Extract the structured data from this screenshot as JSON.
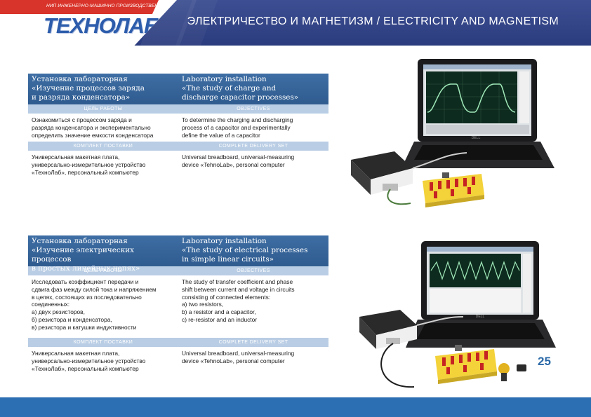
{
  "header": {
    "logo_subtitle": "НИП ИНЖЕНЕРНО-МАШИННО ПРОИЗВОДСТВЕННЫЙ ЦЕНТР",
    "logo_text": "ТЕХНОЛАБ",
    "title": "ЭЛЕКТРИЧЕСТВО И МАГНЕТИЗМ / ELECTRICITY AND MAGNETISM"
  },
  "blocks": [
    {
      "title_ru": [
        "Установка лабораторная",
        "«Изучение процессов заряда",
        "и разряда конденсатора»"
      ],
      "title_en": [
        "Laboratory installation",
        "«The study of charge and",
        "discharge capacitor processes»"
      ],
      "objectives_label_ru": "ЦЕЛЬ РАБОТЫ",
      "objectives_label_en": "OBJECTIVES",
      "objectives_ru": [
        "Ознакомиться с процессом заряда и",
        "разряда конденсатора и экспериментально",
        "определить значение емкости конденсатора"
      ],
      "objectives_en": [
        "To determine  the charging and discharging",
        "process of a capacitor and experimentally",
        "define the value of a capacitor"
      ],
      "delivery_label_ru": "КОМПЛЕКТ ПОСТАВКИ",
      "delivery_label_en": "COMPLETE DELIVERY SET",
      "delivery_ru": [
        "Универсальная макетная плата,",
        "универсально-измерительное устройство",
        "«ТехноЛаб», персональный компьютер"
      ],
      "delivery_en": [
        "Universal breadboard, universal-measuring",
        "device «TehnoLab», personal computer"
      ]
    },
    {
      "title_ru": [
        "Установка лабораторная",
        "«Изучение электрических процессов",
        "в простых линейных цепях»"
      ],
      "title_en": [
        "Laboratory installation",
        "«The study of electrical processes",
        "in simple linear circuits»"
      ],
      "objectives_label_ru": "ЦЕЛЬ РАБОТЫ",
      "objectives_label_en": "OBJECTIVES",
      "objectives_ru": [
        "Исследовать коэффициент передачи и",
        "сдвига фаз между силой тока и напряжением",
        "в цепях, состоящих из последовательно",
        "соединенных:",
        "а) двух резисторов,",
        "б) резистора и конденсатора,",
        "в) резистора и катушки индуктивности"
      ],
      "objectives_en": [
        "The study of transfer coefficient and phase",
        "shift between current  and voltage in circuits",
        "consisting of connected elements:",
        "a) two resistors,",
        "b) a resistor and a capacitor,",
        "c) re-resistor and an inductor"
      ],
      "delivery_label_ru": "КОМПЛЕКТ ПОСТАВКИ",
      "delivery_label_en": "COMPLETE DELIVERY SET",
      "delivery_ru": [
        "Универсальная макетная плата,",
        "универсально-измерительное устройство",
        "«ТехноЛаб», персональный компьютер"
      ],
      "delivery_en": [
        "Universal breadboard, universal-measuring",
        "device «TehnoLab», personal computer"
      ]
    }
  ],
  "laptop_brand": "DELL",
  "page_number": "25",
  "colors": {
    "header_bg": "#2f4187",
    "logo_red": "#d9342b",
    "logo_blue": "#2c5cab",
    "table_title_bg": "#3a6a9f",
    "table_section_bg": "#b9cde4",
    "footer_bg": "#2d6fb3"
  }
}
